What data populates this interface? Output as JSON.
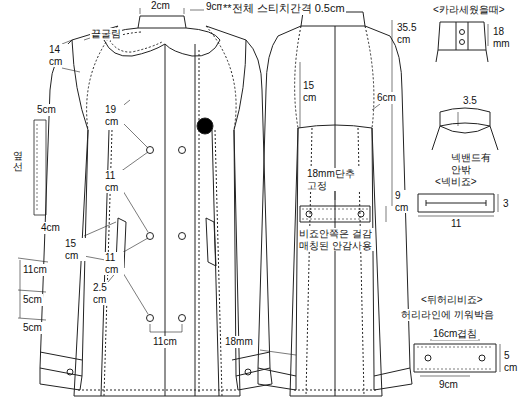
{
  "diagram": {
    "labels": [
      "2cm",
      "9cm",
      "**전체 스티치간격 0.5cm",
      "<카라세웠을때>",
      "끝굴림",
      "14 cm",
      "35.5 cm",
      "18 mm",
      "15 cm",
      "19 cm",
      "6cm",
      "5cm",
      "옆선",
      "3.5",
      "넥밴드有 안밖",
      "18mm단추 고정",
      "11 cm",
      "9 cm",
      "<넥비죠>",
      "비죠안쪽은 걸감매칭된 안감사용",
      "4cm",
      "15 cm",
      "3",
      "11",
      "11cm",
      "2.5 cm",
      "11 cm",
      "5cm",
      "5cm",
      "11cm",
      "18mm",
      "<뒤허리비죠>",
      "허리라인에 끼워박음",
      "16cm겹침",
      "5 cm",
      "9cm"
    ]
  }
}
